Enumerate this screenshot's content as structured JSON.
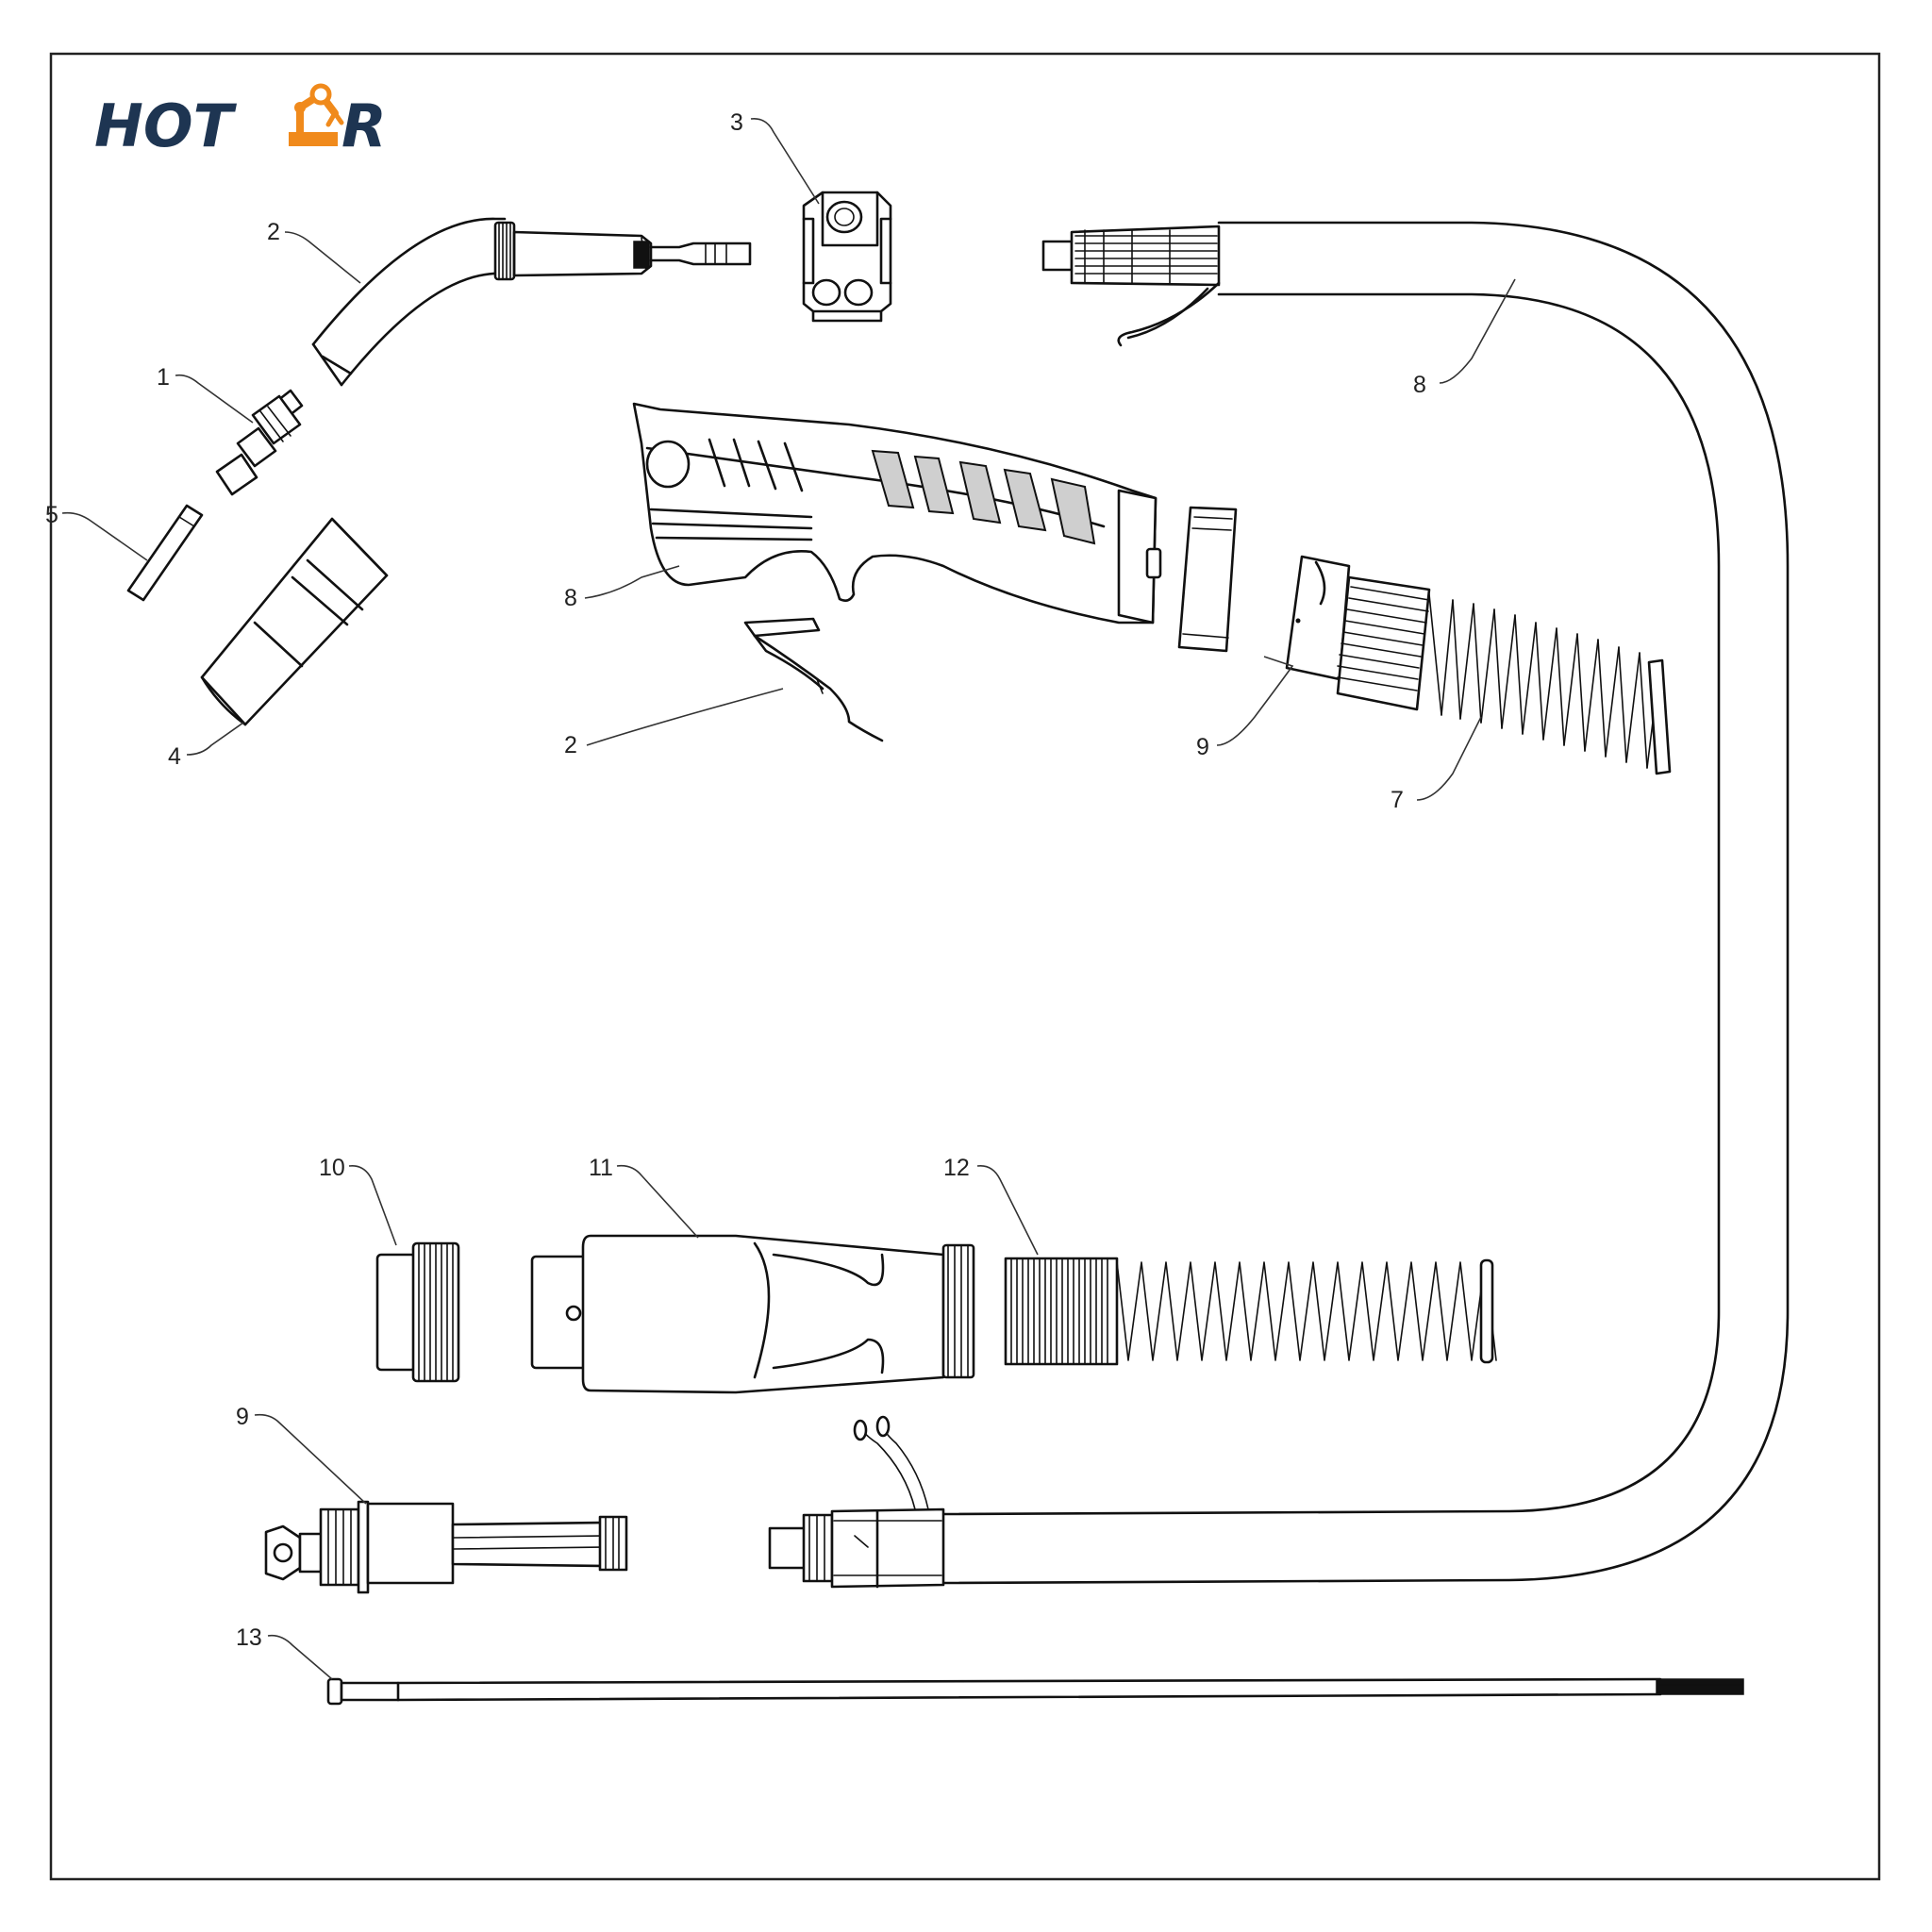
{
  "brand": {
    "logo_text": "HOTAR",
    "logo_text_before_icon": "HOT",
    "logo_text_after_icon": "R",
    "logo_color": "#1e3552",
    "logo_accent_color": "#f08a1c",
    "logo_icon": "robot-arm-icon"
  },
  "diagram": {
    "type": "exploded-parts-diagram",
    "callouts": {
      "nozzle_contact_tip_holder": "1",
      "neck_swan": "2",
      "neck_clamp": "3",
      "gas_nozzle": "4",
      "contact_tip": "5",
      "handle_shell": "8",
      "trigger": "2",
      "spring_support": "9",
      "spring": "7",
      "cable_assembly": "8",
      "connector_nut": "10",
      "rear_handle": "11",
      "rear_spring": "12",
      "central_connector": "9",
      "liner": "13"
    }
  }
}
